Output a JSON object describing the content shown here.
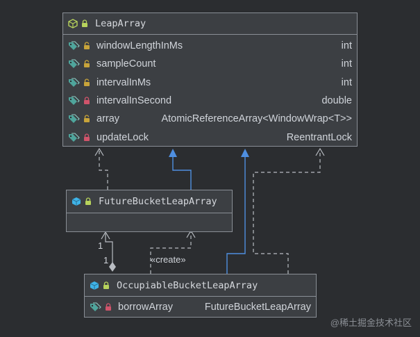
{
  "colors": {
    "background": "#2b2d30",
    "box": "#3c3f43",
    "border": "#8a8f96",
    "realization_line": "#4f8fe0",
    "dependency_line": "#b9bdc3",
    "tag_icon": "#4fa59c",
    "lock_open": "#c8a43a",
    "lock_closed": "#d0546b",
    "class_icon": "#3fb4e8"
  },
  "classes": {
    "leap_array": {
      "name": "LeapArray",
      "icon": "abstract-class-icon",
      "fields": [
        {
          "name": "windowLengthInMs",
          "type": "int",
          "lock": "lock-open-icon"
        },
        {
          "name": "sampleCount",
          "type": "int",
          "lock": "lock-open-icon"
        },
        {
          "name": "intervalInMs",
          "type": "int",
          "lock": "lock-open-icon"
        },
        {
          "name": "intervalInSecond",
          "type": "double",
          "lock": "lock-closed-icon"
        },
        {
          "name": "array",
          "type": "AtomicReferenceArray<WindowWrap<T>>",
          "lock": "lock-open-icon"
        },
        {
          "name": "updateLock",
          "type": "ReentrantLock",
          "lock": "lock-closed-icon"
        }
      ]
    },
    "future_bucket": {
      "name": "FutureBucketLeapArray",
      "icon": "class-icon"
    },
    "occupiable_bucket": {
      "name": "OccupiableBucketLeapArray",
      "icon": "class-icon",
      "fields": [
        {
          "name": "borrowArray",
          "type": "FutureBucketLeapArray",
          "lock": "lock-closed-icon"
        }
      ]
    }
  },
  "relations": {
    "create_label": "«create»",
    "multiplicity_top": "1",
    "multiplicity_bottom": "1"
  },
  "watermark": "@稀土掘金技术社区"
}
